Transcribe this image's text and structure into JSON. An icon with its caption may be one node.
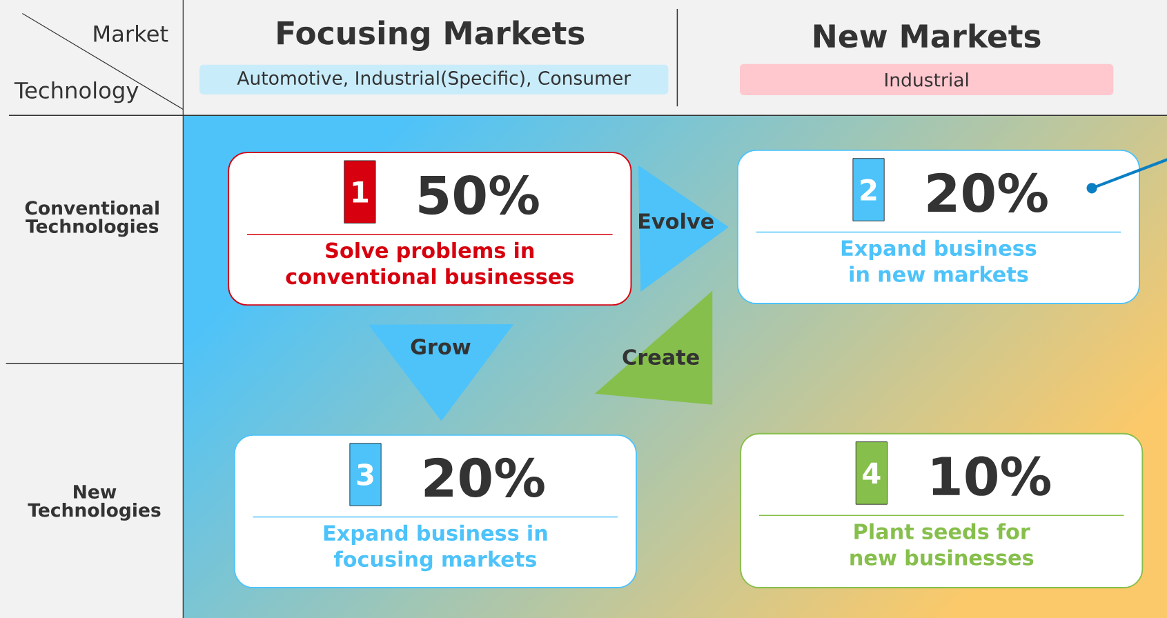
{
  "diagram": {
    "nodes": [
      {
        "text": [
          "Focusing Markets",
          "Automotive, Industrial(Specific), Consumer"
        ]
      },
      {
        "text": [
          "New Markets",
          "Industrial"
        ]
      },
      {
        "text": [
          "1",
          "50%",
          "Solve problems in conventional businesses"
        ]
      },
      {
        "text": [
          "2",
          "20%",
          "Expand business in new markets"
        ]
      },
      {
        "text": [
          "3",
          "20%",
          "Expand business in focusing markets"
        ]
      },
      {
        "text": [
          "4",
          "10%",
          "Plant seeds for new businesses"
        ]
      }
    ],
    "edges": [
      {
        "from": 2,
        "to": 3,
        "arrow": "to",
        "label": "Evolve"
      },
      {
        "from": 2,
        "to": 4,
        "arrow": "to",
        "label": "Grow"
      },
      {
        "from": 5,
        "to": 3,
        "arrow": "to",
        "label": "Create",
        "color": "#86bf4b"
      },
      {
        "from": 3,
        "to": null,
        "arrow": "other",
        "color": "#0a7fc4"
      }
    ],
    "labels": [
      "Market",
      "Technology",
      "Conventional Technologies",
      "New Technologies"
    ]
  }
}
